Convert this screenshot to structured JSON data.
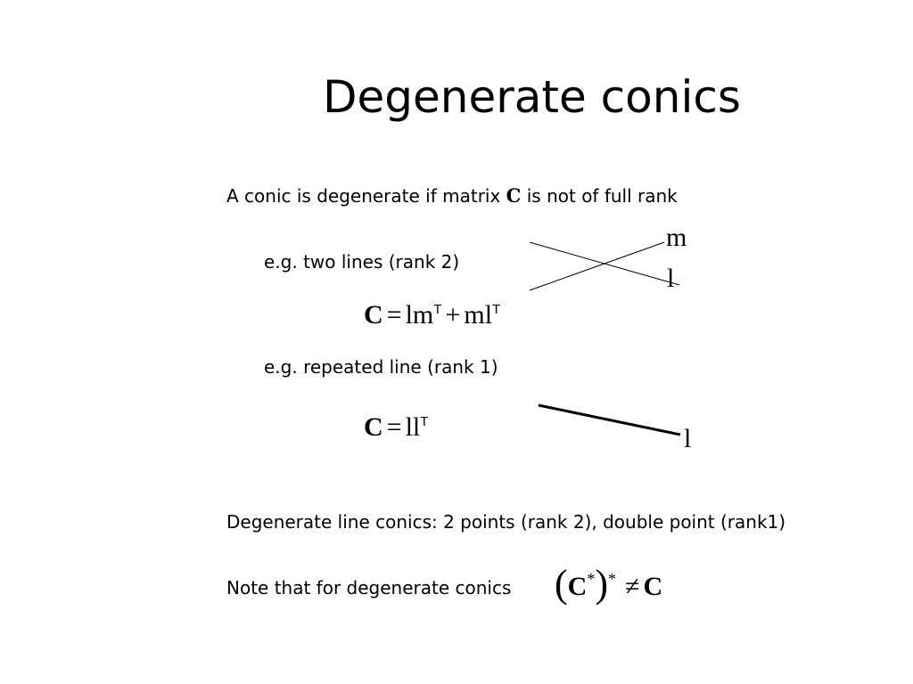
{
  "slide": {
    "title": "Degenerate conics",
    "line1_before": "A conic is degenerate if matrix ",
    "line1_symbol": "C",
    "line1_after": " is not of full rank",
    "example1": "e.g. two lines (rank 2)",
    "example2": "e.g. repeated line (rank 1)",
    "line_conics": "Degenerate line conics: 2 points (rank 2), double point (rank1)",
    "note": "Note that for degenerate conics"
  },
  "equation1": {
    "lhs": "C",
    "eq": "=",
    "term1": "lm",
    "sup1": "T",
    "plus": "+",
    "term2": "ml",
    "sup2": "T"
  },
  "equation2": {
    "lhs": "C",
    "eq": "=",
    "term": "ll",
    "sup": "T"
  },
  "equation3": {
    "open": "(",
    "inner": "C",
    "inner_star": "*",
    "close": ")",
    "outer_star": "*",
    "neq": "≠",
    "rhs": "C"
  },
  "figure": {
    "label_m": "m",
    "label_l_cross": "l",
    "label_l_single": "l"
  }
}
